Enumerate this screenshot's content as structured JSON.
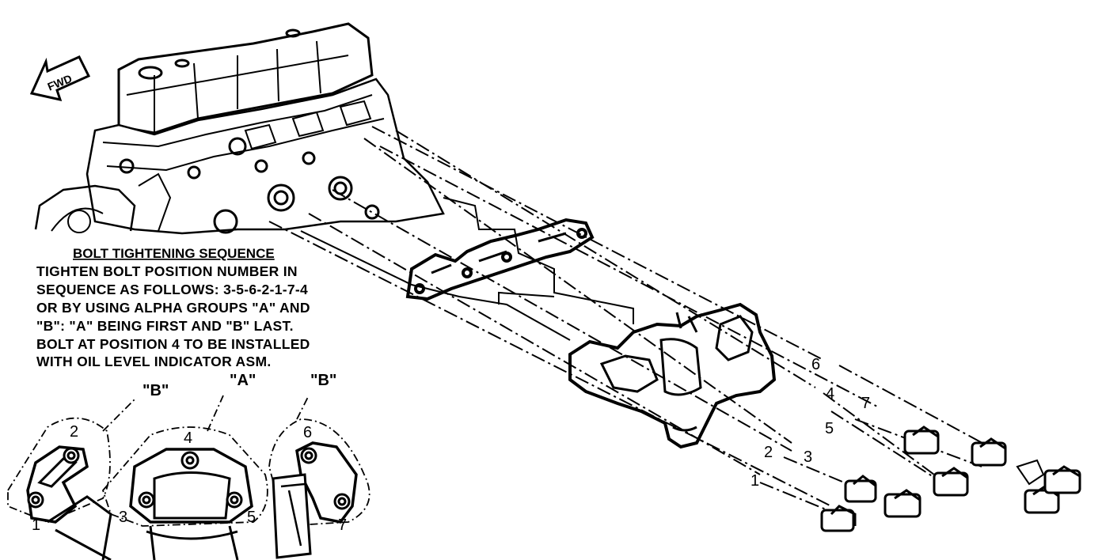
{
  "fwd_label": "FWD",
  "sequence": {
    "title": "BOLT TIGHTENING SEQUENCE",
    "lines": [
      "TIGHTEN BOLT POSITION NUMBER IN",
      "SEQUENCE AS FOLLOWS: 3-5-6-2-1-7-4",
      "OR BY USING ALPHA GROUPS \"A\" AND",
      "\"B\": \"A\" BEING FIRST AND \"B\" LAST.",
      "BOLT AT POSITION 4 TO BE INSTALLED",
      "WITH OIL LEVEL INDICATOR ASM."
    ]
  },
  "groups": {
    "left": "\"B\"",
    "center": "\"A\"",
    "right": "\"B\""
  },
  "detail_positions": [
    "1",
    "2",
    "3",
    "4",
    "5",
    "6",
    "7"
  ],
  "bolt_numbers": {
    "b1": "1",
    "b2": "2",
    "b3": "3",
    "b4": "4",
    "b5": "5",
    "b6": "6",
    "b7": "7"
  }
}
